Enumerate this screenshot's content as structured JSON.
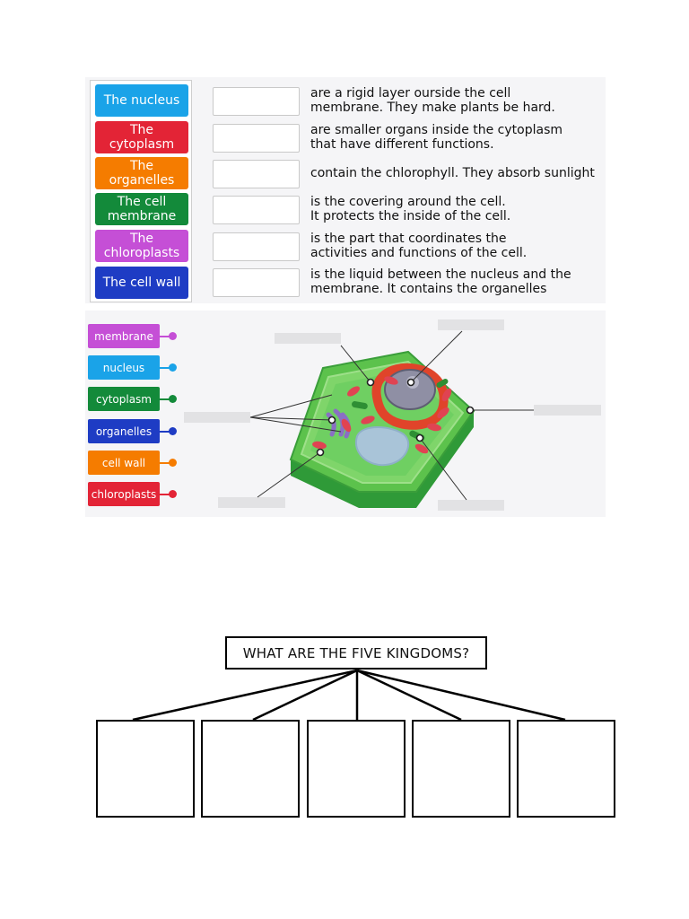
{
  "matching": {
    "terms": [
      {
        "label_lines": [
          "The nucleus"
        ],
        "color": "#1aa3e8"
      },
      {
        "label_lines": [
          "The",
          "cytoplasm"
        ],
        "color": "#e32436"
      },
      {
        "label_lines": [
          "The",
          "organelles"
        ],
        "color": "#f57c00"
      },
      {
        "label_lines": [
          "The cell",
          "membrane"
        ],
        "color": "#138a3a"
      },
      {
        "label_lines": [
          "The",
          "chloroplasts"
        ],
        "color": "#c54fd6"
      },
      {
        "label_lines": [
          "The cell wall"
        ],
        "color": "#1e3cc4"
      }
    ],
    "definitions": [
      {
        "lines": [
          "are a rigid layer ourside the cell",
          "membrane. They make plants be hard."
        ]
      },
      {
        "lines": [
          "are smaller organs inside the cytoplasm",
          "that have different functions."
        ]
      },
      {
        "lines": [
          "contain the chlorophyll. They absorb sunlight"
        ]
      },
      {
        "lines": [
          "is the covering around the cell.",
          "It protects the inside of the cell."
        ]
      },
      {
        "lines": [
          "is the part that coordinates the",
          "activities and functions of the cell."
        ]
      },
      {
        "lines": [
          "is the liquid between the nucleus and the",
          "membrane. It contains the organelles"
        ]
      }
    ]
  },
  "diagram": {
    "tags": [
      {
        "label": "membrane",
        "color": "#c54fd6"
      },
      {
        "label": "nucleus",
        "color": "#1aa3e8"
      },
      {
        "label": "cytoplasm",
        "color": "#138a3a"
      },
      {
        "label": "organelles",
        "color": "#1e3cc4"
      },
      {
        "label": "cell wall",
        "color": "#f57c00"
      },
      {
        "label": "chloroplasts",
        "color": "#e32436"
      }
    ]
  },
  "kingdoms": {
    "title": "WHAT ARE THE FIVE KINGDOMS?"
  }
}
